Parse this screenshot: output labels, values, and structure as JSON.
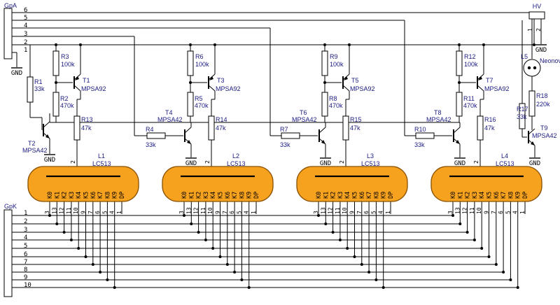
{
  "connectors": {
    "gpa": {
      "label": "GpA",
      "pins": [
        "6",
        "5",
        "4",
        "3",
        "2",
        "1"
      ],
      "gnd": "GND"
    },
    "gpk": {
      "label": "GpK",
      "pins": [
        "1",
        "2",
        "3",
        "4",
        "5",
        "6",
        "7",
        "8",
        "9",
        "10"
      ]
    },
    "hv": {
      "label": "HV",
      "pins": [
        "1",
        "2"
      ],
      "gnd": "GND"
    }
  },
  "stages": [
    {
      "r_top": {
        "name": "R3",
        "value": "100k"
      },
      "r_mid": {
        "name": "R2",
        "value": "470k"
      },
      "pnp": {
        "name": "T1",
        "type": "MPSA92"
      },
      "r_anode": {
        "name": "R13",
        "value": "47k"
      },
      "npn": {
        "name": "T4",
        "type": "MPSA42"
      },
      "r_base": {
        "name": "R4",
        "value": "33k"
      },
      "tube": {
        "name": "L1",
        "type": "LC513"
      }
    },
    {
      "r_top": {
        "name": "R6",
        "value": "100k"
      },
      "r_mid": {
        "name": "R5",
        "value": "470k"
      },
      "pnp": {
        "name": "T3",
        "type": "MPSA92"
      },
      "r_anode": {
        "name": "R14",
        "value": "47k"
      },
      "npn": {
        "name": "T6",
        "type": "MPSA42"
      },
      "r_base": {
        "name": "R7",
        "value": "33k"
      },
      "tube": {
        "name": "L2",
        "type": "LC513"
      }
    },
    {
      "r_top": {
        "name": "R9",
        "value": "100k"
      },
      "r_mid": {
        "name": "R8",
        "value": "470k"
      },
      "pnp": {
        "name": "T5",
        "type": "MPSA92"
      },
      "r_anode": {
        "name": "R15",
        "value": "47k"
      },
      "npn": {
        "name": "T8",
        "type": "MPSA42"
      },
      "r_base": {
        "name": "R10",
        "value": "33k"
      },
      "tube": {
        "name": "L3",
        "type": "LC513"
      }
    },
    {
      "r_top": {
        "name": "R12",
        "value": "100k"
      },
      "r_mid": {
        "name": "R11",
        "value": "470k"
      },
      "pnp": {
        "name": "T7",
        "type": "MPSA92"
      },
      "r_anode": {
        "name": "R16",
        "value": "47k"
      },
      "npn": null,
      "r_base": null,
      "tube": {
        "name": "L4",
        "type": "LC513"
      }
    }
  ],
  "first_driver": {
    "r_base": {
      "name": "R1",
      "value": "33k"
    },
    "npn": {
      "name": "T2",
      "type": "MPSA42"
    }
  },
  "neon": {
    "lamp": {
      "name": "L5",
      "type": "Neonovka"
    },
    "r_lamp": {
      "name": "R18",
      "value": "220k"
    },
    "r_base": {
      "name": "R17",
      "value": "33k"
    },
    "npn": {
      "name": "T9",
      "type": "MPSA42"
    }
  },
  "gnd_label": "GND",
  "tube_pins": {
    "names": [
      "K0",
      "K1",
      "K2",
      "K3",
      "K4",
      "K5",
      "K6",
      "K7",
      "K8",
      "K9",
      "DP"
    ],
    "numbers": [
      "3",
      "13",
      "12",
      "11",
      "10",
      "9",
      "7",
      "6",
      "5",
      "4",
      "1"
    ],
    "anode_pin": "2"
  },
  "colors": {
    "tube_fill": "#f6a21e",
    "tube_stroke": "#8a5000",
    "text": "#000000",
    "label": "#1a1a80"
  }
}
